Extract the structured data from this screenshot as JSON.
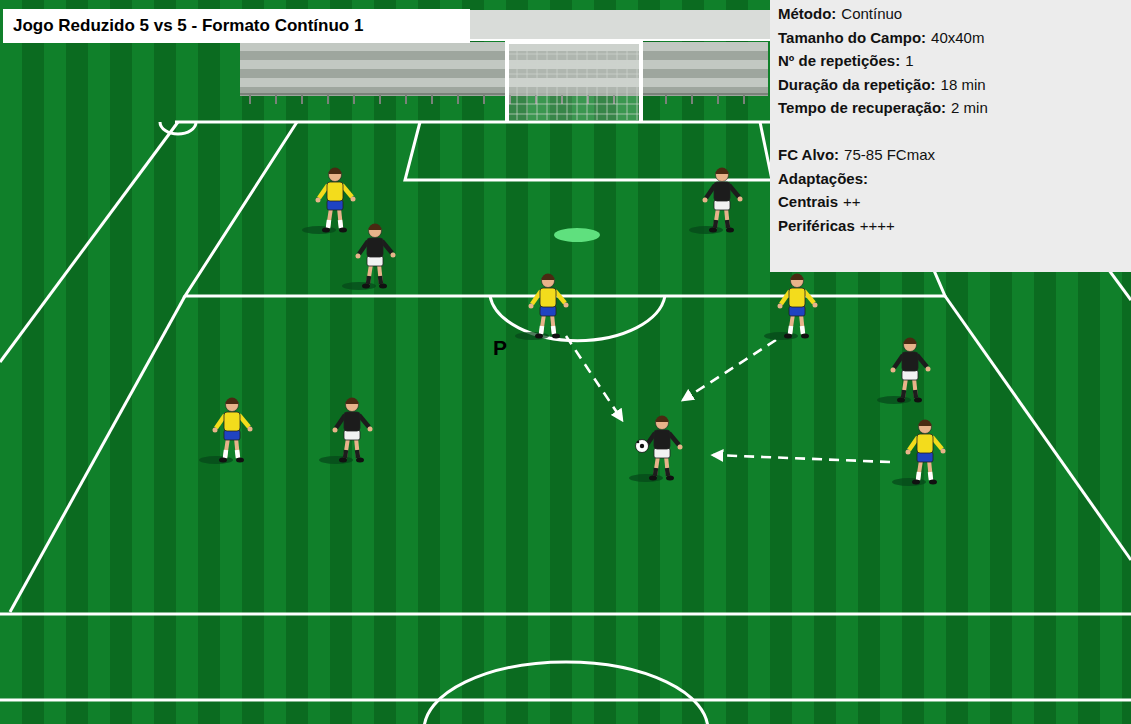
{
  "diagram": {
    "title": "Jogo Reduzido 5 vs 5 - Formato Contínuo 1",
    "nodes": [
      {
        "text": [
          "Método:",
          "Contínuo",
          "Tamanho do Campo:",
          "40x40m",
          "Nº de repetições:",
          "1",
          "Duração da repetição:",
          "18 min",
          "Tempo de recuperação:",
          "2 min",
          "FC Alvo:",
          "75-85 FCmax",
          "Adaptações:",
          "Centrais",
          "++",
          "Periféricas",
          "++++"
        ]
      }
    ],
    "labels": [
      "P"
    ]
  }
}
